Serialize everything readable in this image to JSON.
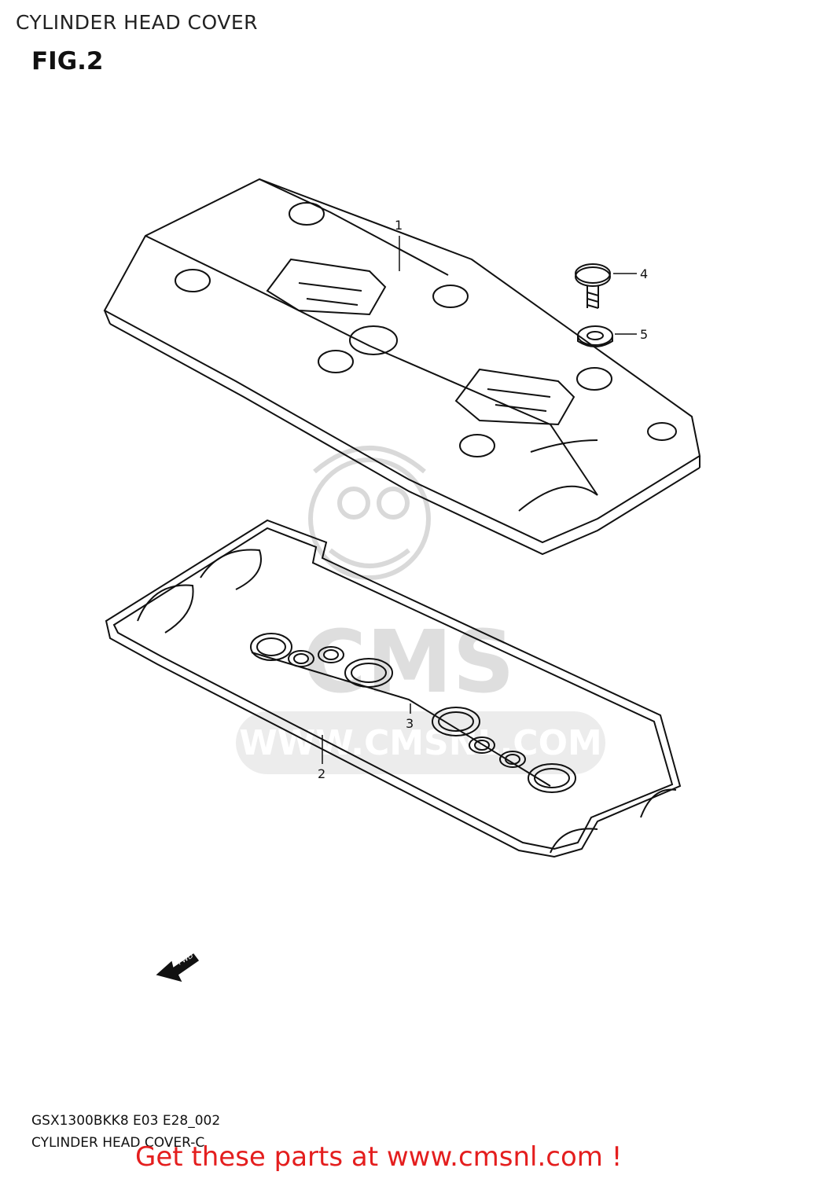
{
  "header": {
    "title": "CYLINDER HEAD COVER",
    "figure": "FIG.2"
  },
  "callouts": {
    "p1": "1",
    "p2": "2",
    "p3": "3",
    "p4": "4",
    "p5": "5"
  },
  "direction_arrow": {
    "label": "FWD",
    "icon": "fwd-arrow-icon"
  },
  "watermark": {
    "brand": "CMS",
    "url": "WWW.CMSNL.COM"
  },
  "footer": {
    "diagram_code": "GSX1300BKK8 E03 E28_002",
    "caption": "CYLINDER HEAD COVER-C",
    "promo": "Get these parts at www.cmsnl.com !"
  },
  "colors": {
    "line": "#111111",
    "watermark": "#d9d9d9",
    "promo": "#e41e1e"
  }
}
